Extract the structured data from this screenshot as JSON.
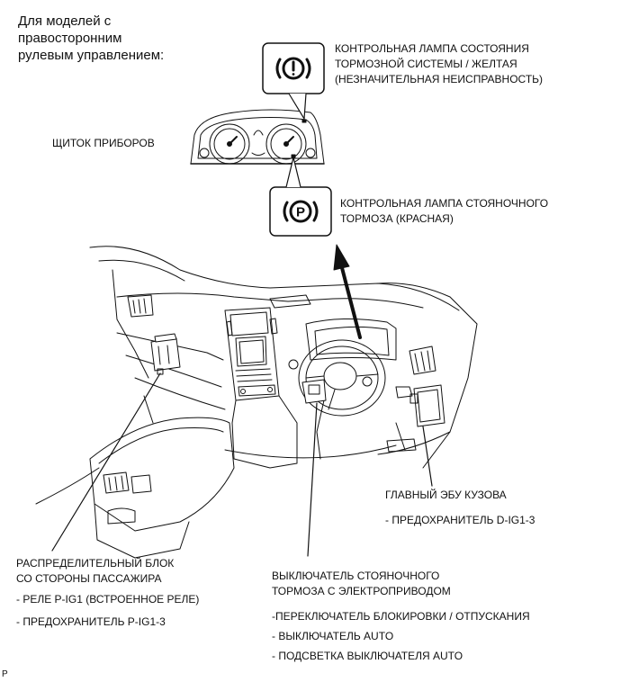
{
  "header_note": [
    "Для моделей с",
    "правосторонним",
    "рулевым управлением:"
  ],
  "labels": {
    "cluster": "ЩИТОК ПРИБОРОВ",
    "brake_warning": [
      "КОНТРОЛЬНАЯ ЛАМПА СОСТОЯНИЯ",
      "ТОРМОЗНОЙ СИСТЕМЫ / ЖЕЛТАЯ",
      "(НЕЗНАЧИТЕЛЬНАЯ НЕИСПРАВНОСТЬ)"
    ],
    "parking_lamp": [
      "КОНТРОЛЬНАЯ ЛАМПА СТОЯНОЧНОГО",
      "ТОРМОЗА (КРАСНАЯ)"
    ],
    "main_body_ecu": "ГЛАВНЫЙ ЭБУ КУЗОВА",
    "main_body_ecu_fuse": "- ПРЕДОХРАНИТЕЛЬ D-IG1-3",
    "passenger_jb": [
      "РАСПРЕДЕЛИТЕЛЬНЫЙ БЛОК",
      "СО СТОРОНЫ ПАССАЖИРА"
    ],
    "passenger_jb_items": [
      "- РЕЛЕ P-IG1 (ВСТРОЕННОЕ РЕЛЕ)",
      "- ПРЕДОХРАНИТЕЛЬ P-IG1-3"
    ],
    "epb_switch": [
      "ВЫКЛЮЧАТЕЛЬ СТОЯНОЧНОГО",
      "ТОРМОЗА С ЭЛЕКТРОПРИВОДОМ"
    ],
    "epb_switch_items": [
      "-ПЕРЕКЛЮЧАТЕЛЬ БЛОКИРОВКИ / ОТПУСКАНИЯ",
      "- ВЫКЛЮЧАТЕЛЬ AUTO",
      "- ПОДСВЕТКА ВЫКЛЮЧАТЕЛЯ AUTO"
    ]
  },
  "icons": {
    "brake_warning": "brake-warning-icon",
    "parking_brake": "parking-brake-icon",
    "parking_letter": "P"
  },
  "footer_code": "P"
}
